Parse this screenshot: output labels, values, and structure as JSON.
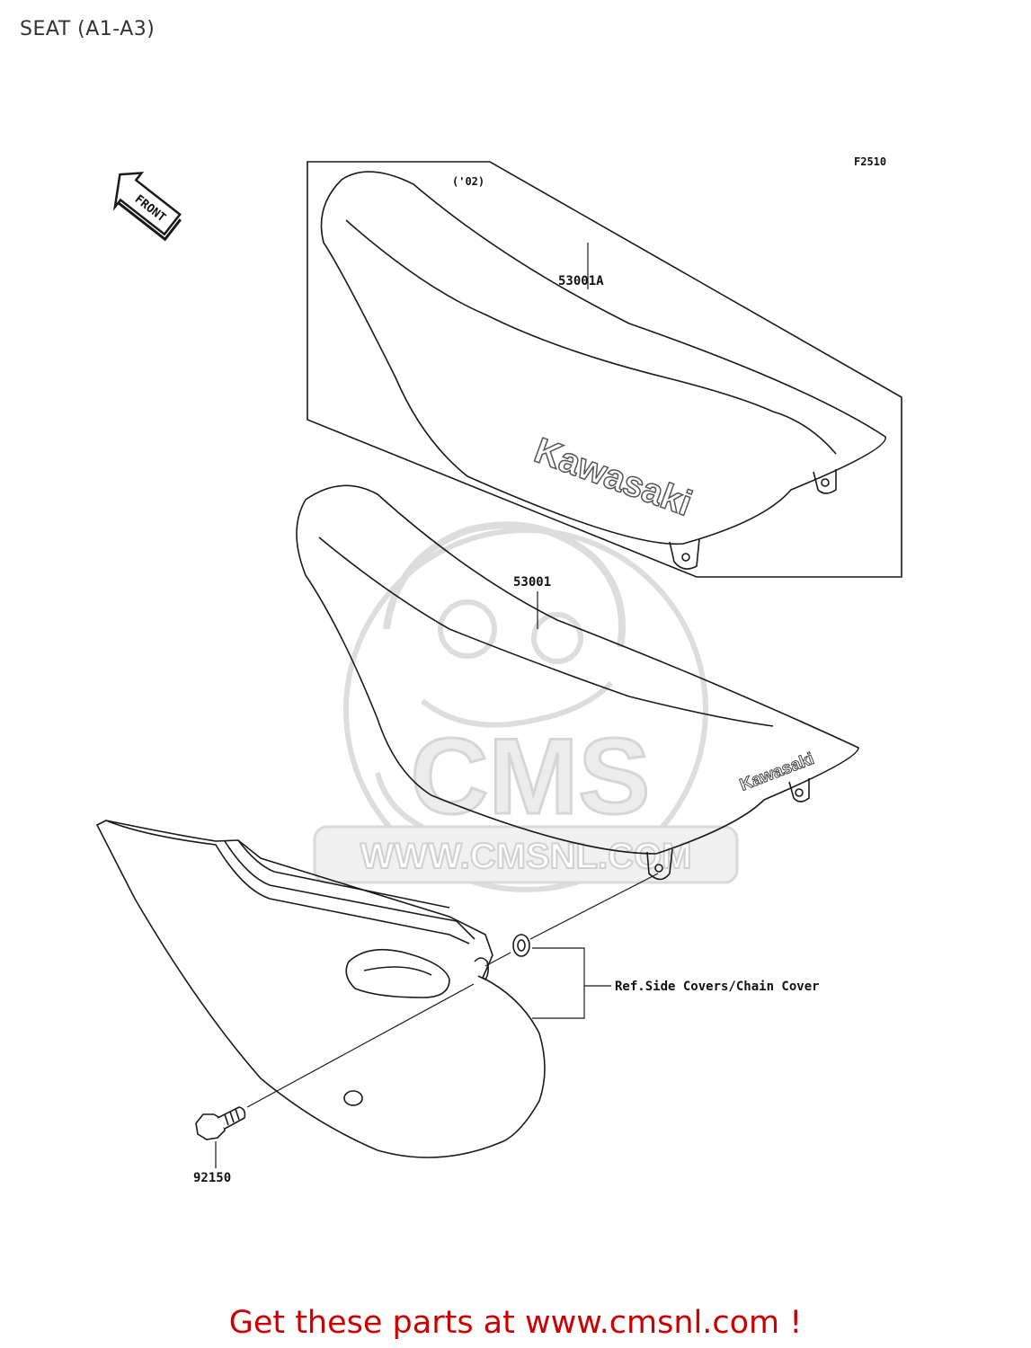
{
  "page": {
    "title": "SEAT (A1-A3)"
  },
  "diagram": {
    "figure_code": "F2510",
    "year_note": "('02)",
    "front_arrow_text": "FRONT",
    "parts": [
      {
        "number": "53001A"
      },
      {
        "number": "53001"
      },
      {
        "number": "92150"
      }
    ],
    "reference_note": "Ref.Side Covers/Chain Cover",
    "brand_mark_large": "Kawasaki",
    "brand_mark_small": "Kawasaki",
    "watermark_logo_text": "CMS",
    "watermark_url": "WWW.CMSNL.COM"
  },
  "footer": {
    "promo_text": "Get these parts at www.cmsnl.com !"
  },
  "colors": {
    "line": "#1a1a1a",
    "watermark": "#e0e0e0",
    "promo": "#cc0000"
  }
}
